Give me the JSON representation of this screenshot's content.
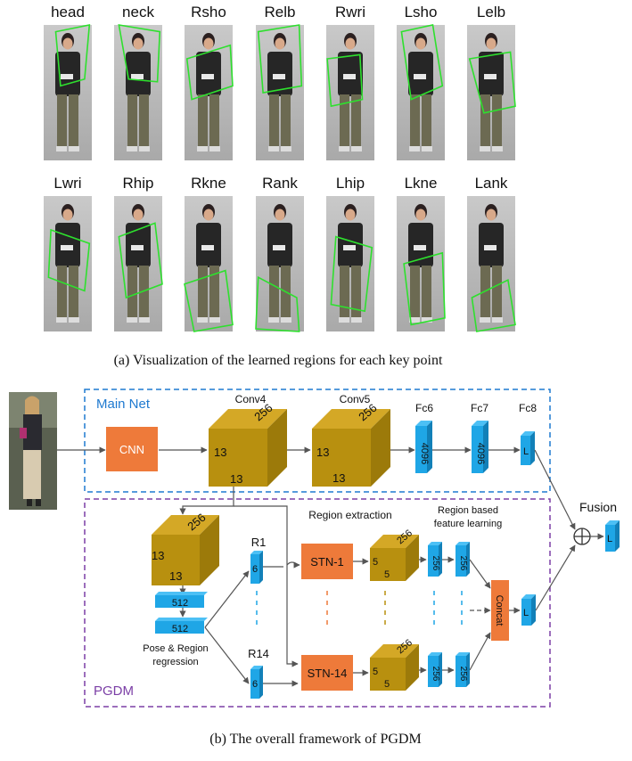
{
  "panel_a": {
    "keypoints": [
      "head",
      "neck",
      "Rsho",
      "Relb",
      "Rwri",
      "Lsho",
      "Lelb",
      "Lwri",
      "Rhip",
      "Rkne",
      "Rank",
      "Lhip",
      "Lkne",
      "Lank"
    ],
    "caption": "(a) Visualization of the learned regions for each key point"
  },
  "panel_b": {
    "caption": "(b) The overall framework of PGDM",
    "main_net": "Main Net",
    "pgdm": "PGDM",
    "cnn": "CNN",
    "conv4": {
      "title": "Conv4",
      "depth": "256",
      "height": "13",
      "width": "13"
    },
    "conv5": {
      "title": "Conv5",
      "depth": "256",
      "height": "13",
      "width": "13"
    },
    "fc6": {
      "title": "Fc6",
      "value": "4096"
    },
    "fc7": {
      "title": "Fc7",
      "value": "4096"
    },
    "fc8": {
      "title": "Fc8",
      "value": "L"
    },
    "pgdm_cube": {
      "depth": "256",
      "height": "13",
      "width": "13"
    },
    "fc512_a": "512",
    "fc512_b": "512",
    "pose_label_1": "Pose & Region",
    "pose_label_2": "regression",
    "r1": {
      "title": "R1",
      "value": "6"
    },
    "r14": {
      "title": "R14",
      "value": "6"
    },
    "region_extraction": "Region extraction",
    "region_feature_1": "Region based",
    "region_feature_2": "feature learning",
    "stn1": "STN-1",
    "stn14": "STN-14",
    "small_cube_1": {
      "depth": "256",
      "h": "5",
      "w": "5"
    },
    "small_cube_14": {
      "depth": "256",
      "h": "5",
      "w": "5"
    },
    "fc256": "256",
    "concat": "Concat",
    "l_pgdm": "L",
    "fusion": "Fusion",
    "l_fusion": "L"
  },
  "colors": {
    "accent_blue": "#1f7ad0",
    "pgdm_purple": "#7b3fa6",
    "cnn_orange": "#ee7a3a",
    "cube_gold": "#b8900f",
    "fc_cyan": "#1fa6e6"
  }
}
